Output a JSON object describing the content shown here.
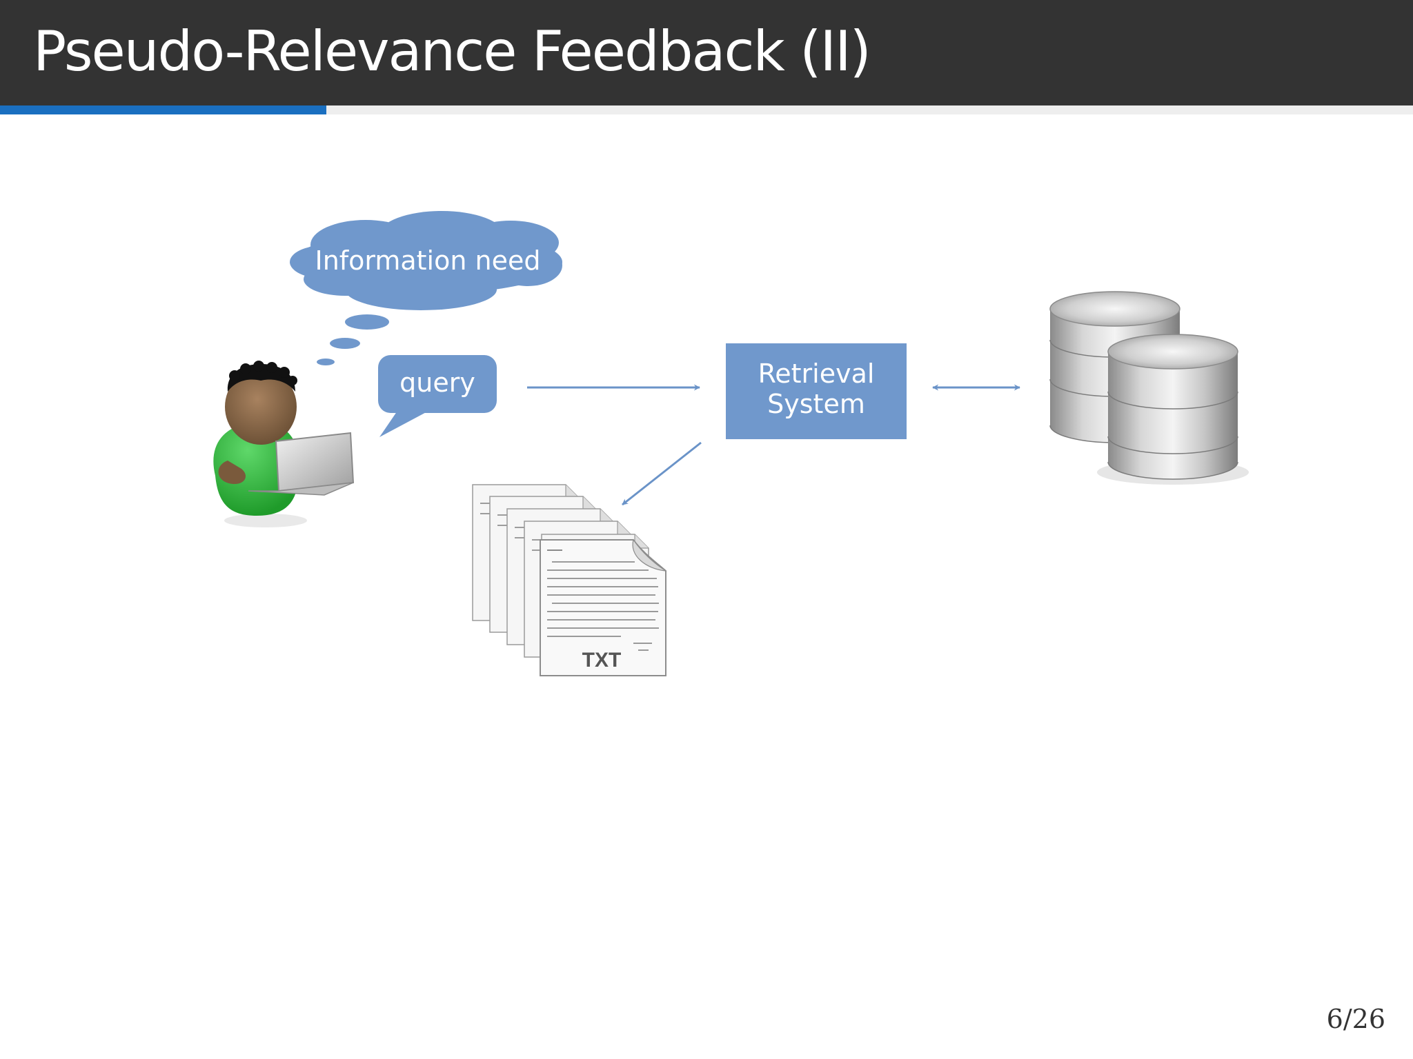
{
  "slide": {
    "title": "Pseudo-Relevance Feedback (II)",
    "page_number": "6/26",
    "progress": 0.231
  },
  "diagram": {
    "nodes": {
      "information_need": "Information need",
      "query": "query",
      "retrieval_system_line1": "Retrieval",
      "retrieval_system_line2": "System",
      "document_label": "TXT"
    },
    "icons": [
      "user-with-laptop-icon",
      "document-stack-icon",
      "database-icon"
    ],
    "colors": {
      "shape_fill": "#7098cc",
      "arrow": "#6a93c8",
      "title_bar": "#333333",
      "progress_accent": "#1a6fc0"
    }
  }
}
